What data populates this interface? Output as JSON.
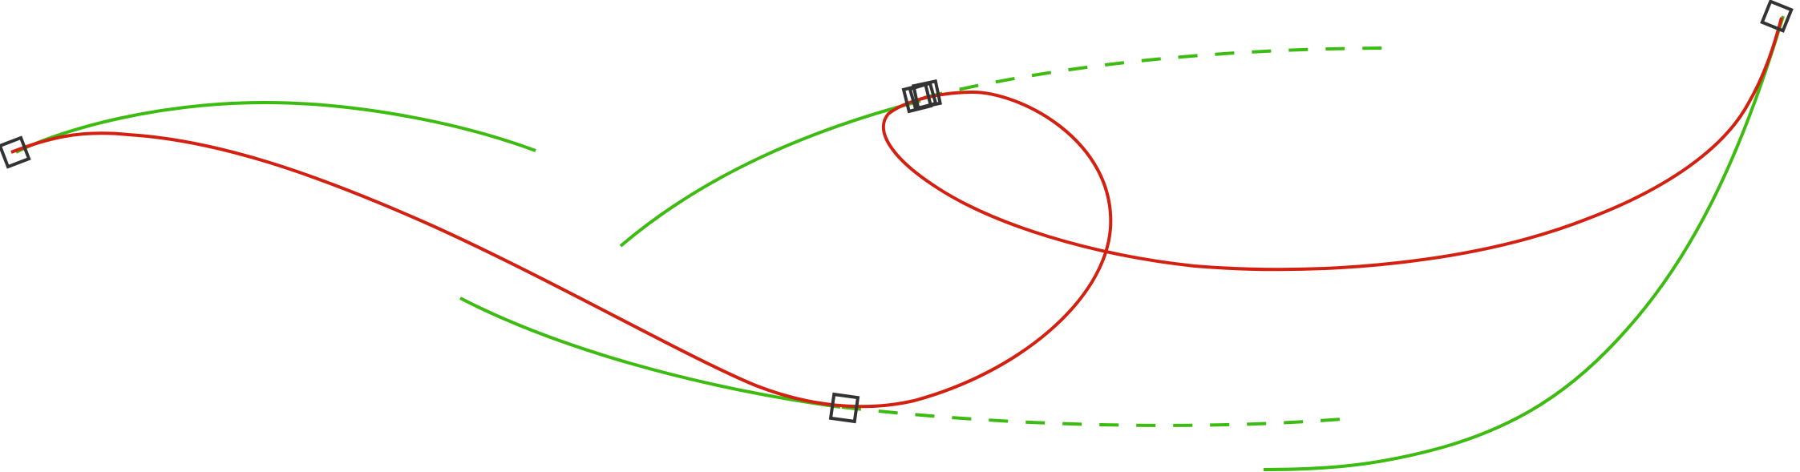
{
  "colors": {
    "curve": "#d42010",
    "handle": "#3cbc10",
    "node": "#333333"
  },
  "diagram": {
    "curve": {
      "name": "bezier-path",
      "segments": 4
    },
    "nodes": [
      {
        "name": "node-start"
      },
      {
        "name": "node-loop-top"
      },
      {
        "name": "node-loop-top-overlap-a"
      },
      {
        "name": "node-loop-top-overlap-b"
      },
      {
        "name": "node-bottom"
      },
      {
        "name": "node-end"
      }
    ],
    "handles": [
      {
        "name": "handle-start-out",
        "style": "solid"
      },
      {
        "name": "handle-loop-in",
        "style": "solid"
      },
      {
        "name": "handle-loop-out",
        "style": "dashed"
      },
      {
        "name": "handle-bottom-in",
        "style": "solid"
      },
      {
        "name": "handle-bottom-out",
        "style": "dashed"
      },
      {
        "name": "handle-end-in",
        "style": "solid"
      }
    ]
  }
}
